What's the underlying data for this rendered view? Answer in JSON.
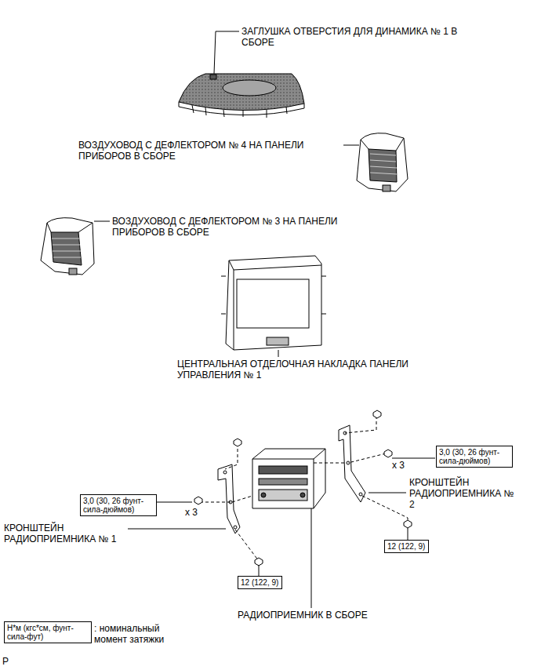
{
  "diagram": {
    "nodes": [
      {
        "text": [
          "3,0 (30, 26 фунт-сила-дюймов)"
        ]
      },
      {
        "text": [
          "3,0 (30, 26 фунт-сила-дюймов)"
        ]
      },
      {
        "text": [
          "12 (122, 9)"
        ]
      },
      {
        "text": [
          "12 (122, 9)"
        ]
      },
      {
        "text": [
          "Н*м (кгс*см, фунт-сила-фут)"
        ]
      }
    ],
    "edges": [],
    "labels": [
      "ЗАГЛУШКА ОТВЕРСТИЯ ДЛЯ ДИНАМИКА № 1 В СБОРЕ",
      "ВОЗДУХОВОД С ДЕФЛЕКТОРОМ № 4 НА ПАНЕЛИ ПРИБОРОВ В СБОРЕ",
      "ВОЗДУХОВОД С ДЕФЛЕКТОРОМ № 3 НА ПАНЕЛИ ПРИБОРОВ В СБОРЕ",
      "ЦЕНТРАЛЬНАЯ ОТДЕЛОЧНАЯ НАКЛАДКА ПАНЕЛИ УПРАВЛЕНИЯ № 1",
      "x 3",
      "x 3",
      "КРОНШТЕЙН РАДИОПРИЕМНИКА № 2",
      "КРОНШТЕЙН РАДИОПРИЕМНИКА № 1",
      "РАДИОПРИЕМНИК В СБОРЕ",
      "P"
    ],
    "legend": [
      {
        "text": ": номинальный момент затяжки"
      }
    ]
  }
}
